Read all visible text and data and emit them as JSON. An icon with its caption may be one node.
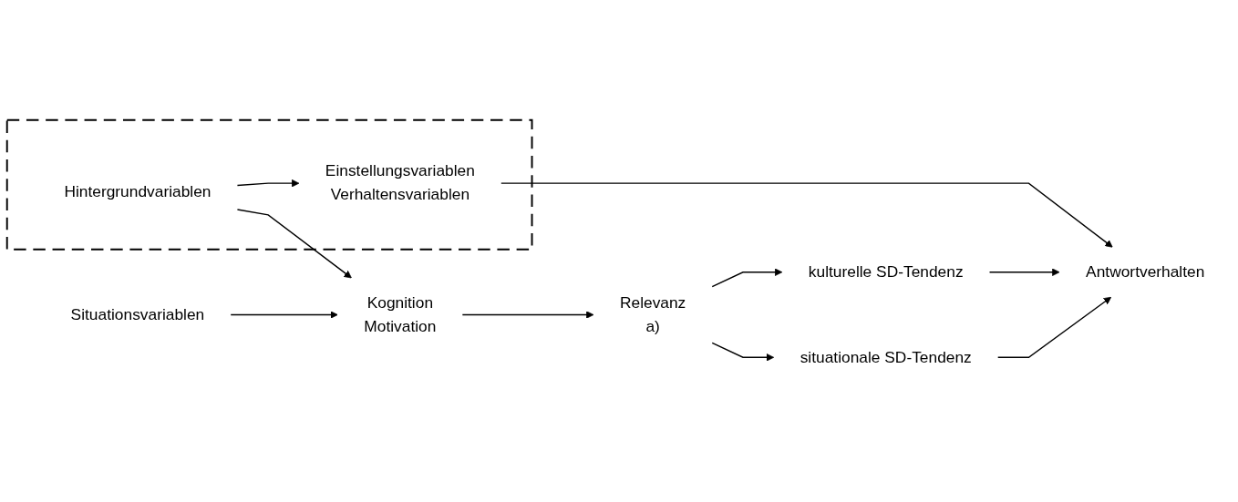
{
  "diagram": {
    "nodes": [
      {
        "text": [],
        "shape": "box"
      },
      {
        "text": [
          "Hintergrundvariablen"
        ],
        "in": 0
      },
      {
        "text": [
          "Einstellungsvariablen",
          "Verhaltensvariablen"
        ],
        "in": 0
      },
      {
        "text": [
          "Kognition",
          "Motivation"
        ]
      },
      {
        "text": [
          "Situationsvariablen"
        ]
      },
      {
        "text": [
          "Relevanz"
        ],
        "beside": [
          "a)"
        ]
      },
      {
        "text": [
          "kulturelle SD-Tendenz"
        ]
      },
      {
        "text": [
          "situationale SD-Tendenz"
        ]
      },
      {
        "text": [
          "Antwortverhalten"
        ]
      }
    ],
    "edges": [
      {
        "from": 1,
        "to": 2,
        "arrow": "to"
      },
      {
        "from": 1,
        "to": 3,
        "arrow": "to"
      },
      {
        "from": 4,
        "to": 3,
        "arrow": "to"
      },
      {
        "from": 3,
        "to": 5,
        "arrow": "to"
      },
      {
        "from": 5,
        "to": 6,
        "arrow": "to"
      },
      {
        "from": 5,
        "to": 7,
        "arrow": "to"
      },
      {
        "from": 2,
        "to": 8,
        "arrow": "to"
      },
      {
        "from": 6,
        "to": 8,
        "arrow": "to"
      },
      {
        "from": 7,
        "to": 8,
        "arrow": "to"
      }
    ]
  }
}
